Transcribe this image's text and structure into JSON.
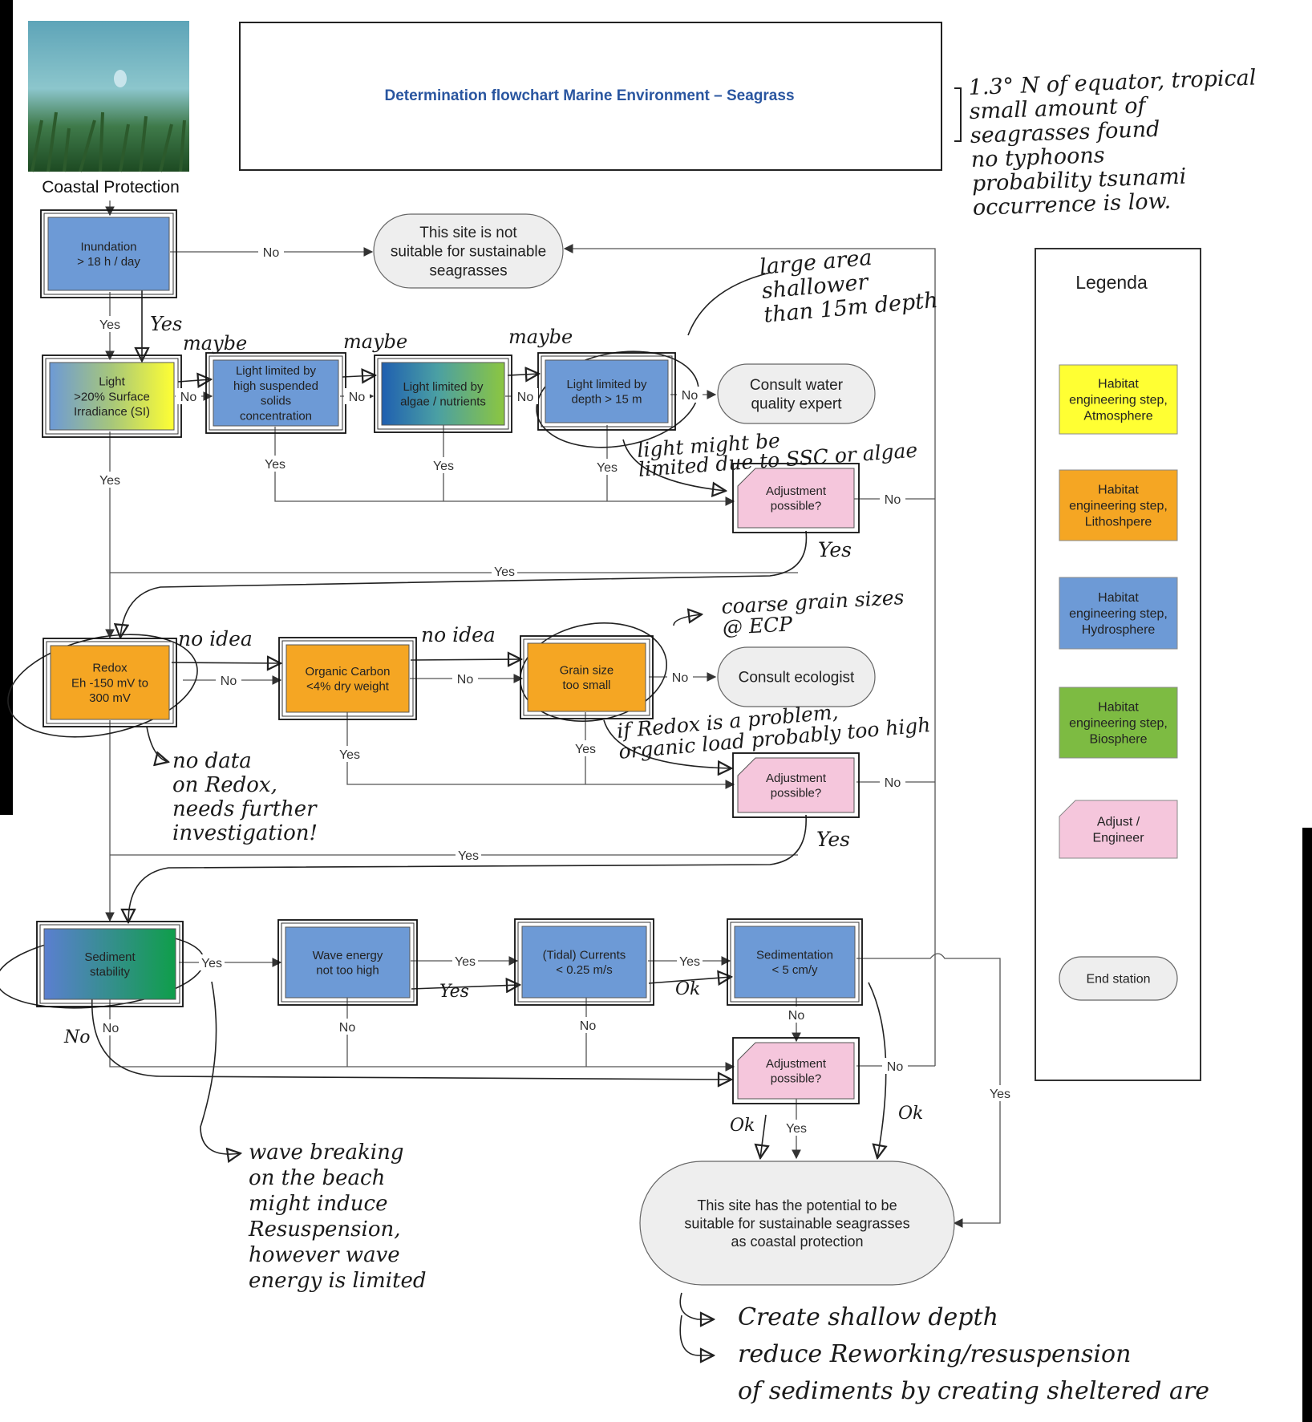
{
  "colors": {
    "hydrosphere": "#6d9ad6",
    "lithosphere": "#f5a623",
    "atmosphere": "#ffff33",
    "biosphere": "#7dbb42",
    "adjust": "#f5c6dc",
    "end": "#eeeeee",
    "title": "#2a56a0",
    "paper": "#ffffff"
  },
  "header": {
    "photo_caption": "Coastal Protection",
    "title": "Determination flowchart Marine Environment – Seagrass"
  },
  "nodes": {
    "inundation": [
      "Inundation",
      "> 18 h / day"
    ],
    "not_suitable": [
      "This site is not",
      "suitable for sustainable",
      "seagrasses"
    ],
    "light": [
      "Light",
      ">20% Surface",
      "Irradiance (SI)"
    ],
    "light_ssc": [
      "Light limited by",
      "high suspended",
      "solids",
      "concentration"
    ],
    "light_algae": [
      "Light limited by",
      "algae / nutrients"
    ],
    "light_depth": [
      "Light limited by",
      "depth > 15 m"
    ],
    "consult_water": [
      "Consult water",
      "quality expert"
    ],
    "adjust1": [
      "Adjustment",
      "possible?"
    ],
    "redox": [
      "Redox",
      "Eh -150 mV to",
      "300 mV"
    ],
    "organic": [
      "Organic Carbon",
      "<4% dry weight"
    ],
    "grain": [
      "Grain size",
      "too small"
    ],
    "consult_eco": [
      "Consult ecologist"
    ],
    "adjust2": [
      "Adjustment",
      "possible?"
    ],
    "sediment": [
      "Sediment",
      "stability"
    ],
    "wave": [
      "Wave energy",
      "not too high"
    ],
    "tidal": [
      "(Tidal) Currents",
      "< 0.25 m/s"
    ],
    "sedimentation": [
      "Sedimentation",
      "< 5 cm/y"
    ],
    "adjust3": [
      "Adjustment",
      "possible?"
    ],
    "suitable": [
      "This site has the potential to be",
      "suitable for sustainable seagrasses",
      "as coastal protection"
    ]
  },
  "edge_labels": {
    "yes": "Yes",
    "no": "No"
  },
  "legend": {
    "title": "Legenda",
    "items": [
      [
        "Habitat",
        "engineering step,",
        "Atmosphere"
      ],
      [
        "Habitat",
        "engineering step,",
        "Lithoshpere"
      ],
      [
        "Habitat",
        "engineering step,",
        "Hydrosphere"
      ],
      [
        "Habitat",
        "engineering step,",
        "Biosphere"
      ],
      [
        "Adjust /",
        "Engineer"
      ],
      [
        "End station"
      ]
    ]
  },
  "annotations": {
    "top_right": [
      "1.3° N of equator, tropical",
      "small amount of",
      "seagrasses found",
      "no typhoons",
      "probability tsunami",
      "occurrence is low."
    ],
    "yes_inundation": "Yes",
    "maybe": "maybe",
    "large_area": [
      "large area",
      "shallower",
      "than 15m depth"
    ],
    "light_limited": [
      "light might be",
      "limited due to SSC or algae"
    ],
    "yes_adjust1": "Yes",
    "no_idea": "no idea",
    "coarse": [
      "coarse grain sizes",
      "@ ECP"
    ],
    "no_data": [
      "no data",
      "on Redox,",
      "needs further",
      "investigation!"
    ],
    "redox_problem": [
      "if Redox is a problem,",
      "organic load probably too high"
    ],
    "yes_adjust2": "Yes",
    "yes_wave": "Yes",
    "ok": "Ok",
    "no_sediment": "No",
    "wave_breaking": [
      "wave breaking",
      "on the beach",
      "might induce",
      "Resuspension,",
      "however wave",
      "energy is limited"
    ],
    "recommendations": [
      "Create shallow depth",
      "reduce Reworking/resuspension",
      "of sediments by creating sheltered are"
    ]
  }
}
